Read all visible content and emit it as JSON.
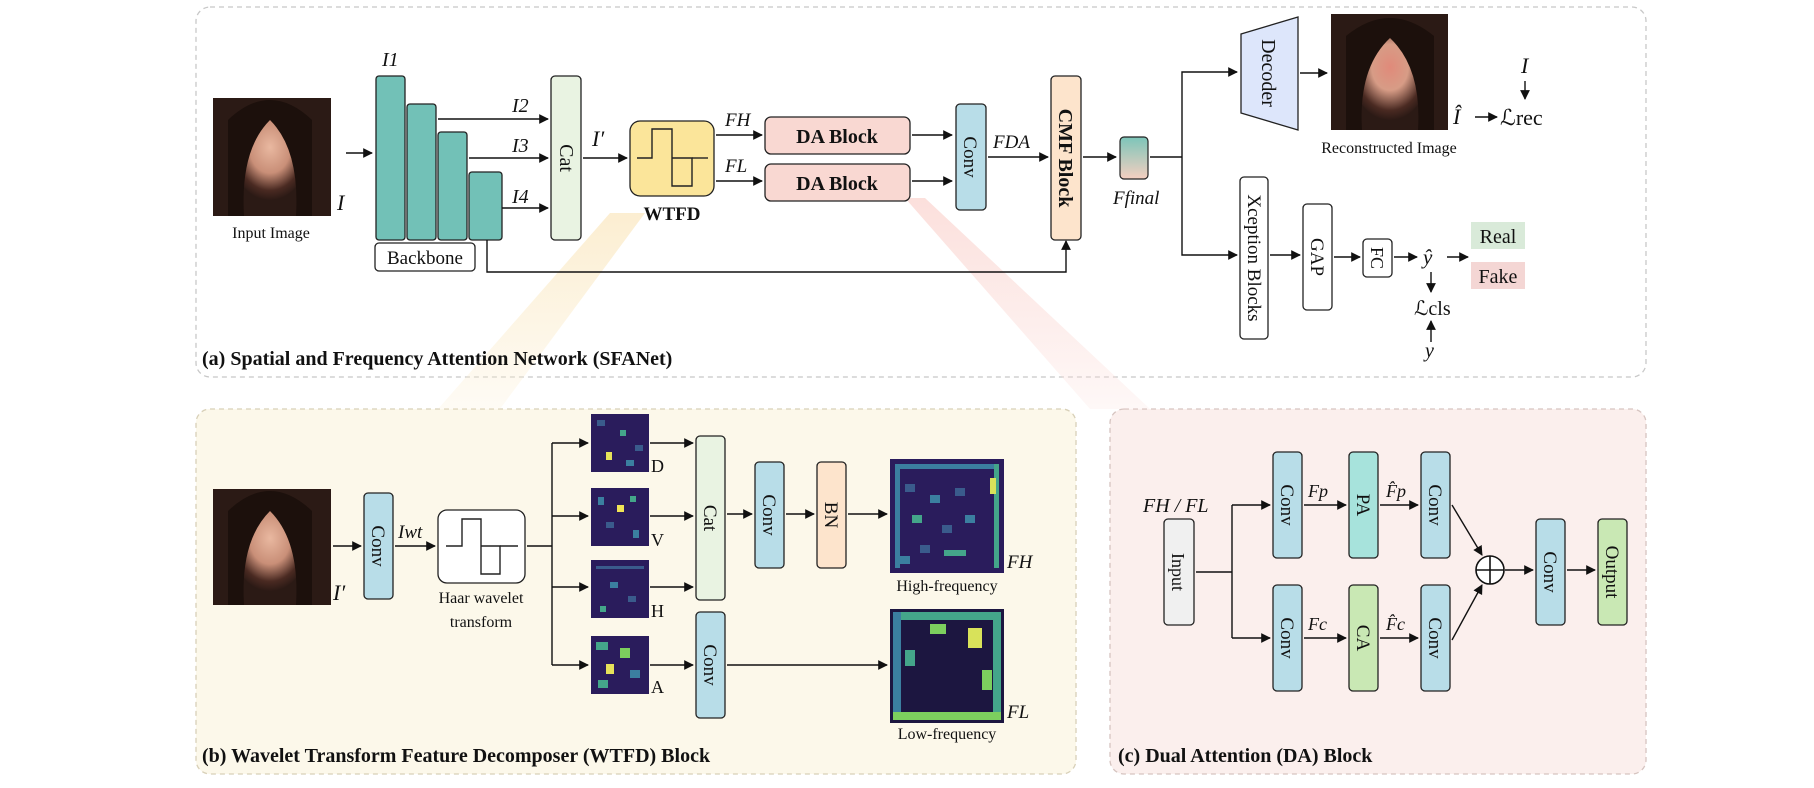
{
  "panel_a": {
    "caption": "(a) Spatial and Frequency Attention Network (SFANet)",
    "input_image_label": "Input Image",
    "input_symbol": "I",
    "backbone_label": "Backbone",
    "feature_labels": [
      "I1",
      "I2",
      "I3",
      "I4"
    ],
    "cat_label": "Cat",
    "cat_output": "I′",
    "wtfd_label": "WTFD",
    "fh_label": "FH",
    "fl_label": "FL",
    "da_block_label": "DA Block",
    "conv_label": "Conv",
    "fda_label": "FDA",
    "cmf_label": "CMF Block",
    "ffinal_label": "Ffinal",
    "decoder_label": "Decoder",
    "reconstructed_label": "Reconstructed Image",
    "ihat_label": "Î",
    "rec_target": "I",
    "loss_rec": "ℒrec",
    "xception_label": "Xception Blocks",
    "gap_label": "GAP",
    "fc_label": "FC",
    "yhat_label": "ŷ",
    "loss_cls": "ℒcls",
    "y_label": "y",
    "real_label": "Real",
    "fake_label": "Fake",
    "colors": {
      "teal": "#72c1b7",
      "cat_green": "#e9f3e2",
      "wtfd_yellow": "#fbe59a",
      "da_pink": "#f9d8d2",
      "conv_blue": "#b8dde8",
      "cmf_orange": "#fde4cc",
      "decoder_blue": "#dde6fb",
      "real_bg": "#d9ead9",
      "fake_bg": "#f4d6d4"
    }
  },
  "panel_b": {
    "caption": "(b) Wavelet Transform Feature Decomposer (WTFD) Block",
    "input_symbol": "I′",
    "conv_label": "Conv",
    "iwt_label": "Iwt",
    "haar_line1": "Haar wavelet",
    "haar_line2": "transform",
    "subbands": [
      "D",
      "V",
      "H",
      "A"
    ],
    "cat_label": "Cat",
    "bn_label": "BN",
    "high_label": "High-frequency",
    "low_label": "Low-frequency",
    "fh_label": "FH",
    "fl_label": "FL"
  },
  "panel_c": {
    "caption": "(c) Dual Attention (DA) Block",
    "input_label": "Input",
    "input_symbols": "FH / FL",
    "conv_label": "Conv",
    "fp_label": "Fp",
    "fc_label": "Fc",
    "pa_label": "PA",
    "ca_label": "CA",
    "fp_hat_label": "F̂p",
    "fc_hat_label": "F̂c",
    "plus_label": "⊕",
    "output_label": "Output",
    "colors": {
      "pa": "#a7e3dc",
      "ca": "#c9e8b4",
      "output": "#c9e8b4",
      "input": "#f0f0f0"
    }
  }
}
